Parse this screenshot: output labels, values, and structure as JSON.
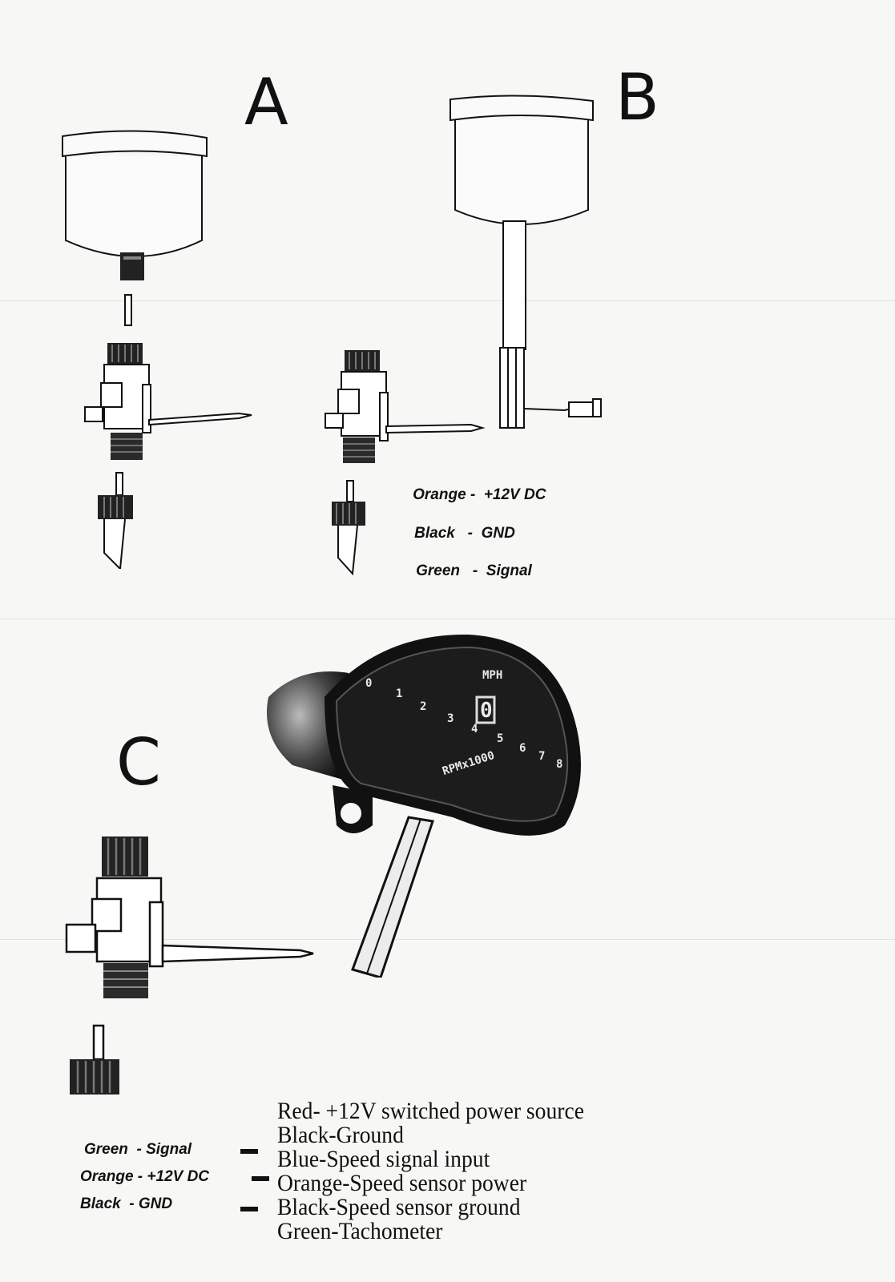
{
  "labels": {
    "a": "A",
    "b": "B",
    "c": "C"
  },
  "wiring_b": [
    {
      "color_name": "Orange",
      "sep": "-",
      "function": "+12V DC"
    },
    {
      "color_name": "Black",
      "sep": "-",
      "function": "GND"
    },
    {
      "color_name": "Green",
      "sep": "-",
      "function": "Signal"
    }
  ],
  "wiring_c": [
    {
      "text": "Green  - Signal"
    },
    {
      "text": "Orange - +12V DC"
    },
    {
      "text": "Black  - GND"
    }
  ],
  "legend": [
    "Red- +12V switched power source",
    "Black-Ground",
    "Blue-Speed signal input",
    "Orange-Speed sensor power",
    "Black-Speed sensor ground",
    "Green-Tachometer"
  ],
  "dial": {
    "mph_label": "MPH",
    "rpm_label": "RPMx1000",
    "digit": "0",
    "scale": [
      "0",
      "1",
      "2",
      "3",
      "4",
      "5",
      "6",
      "7",
      "8"
    ]
  }
}
